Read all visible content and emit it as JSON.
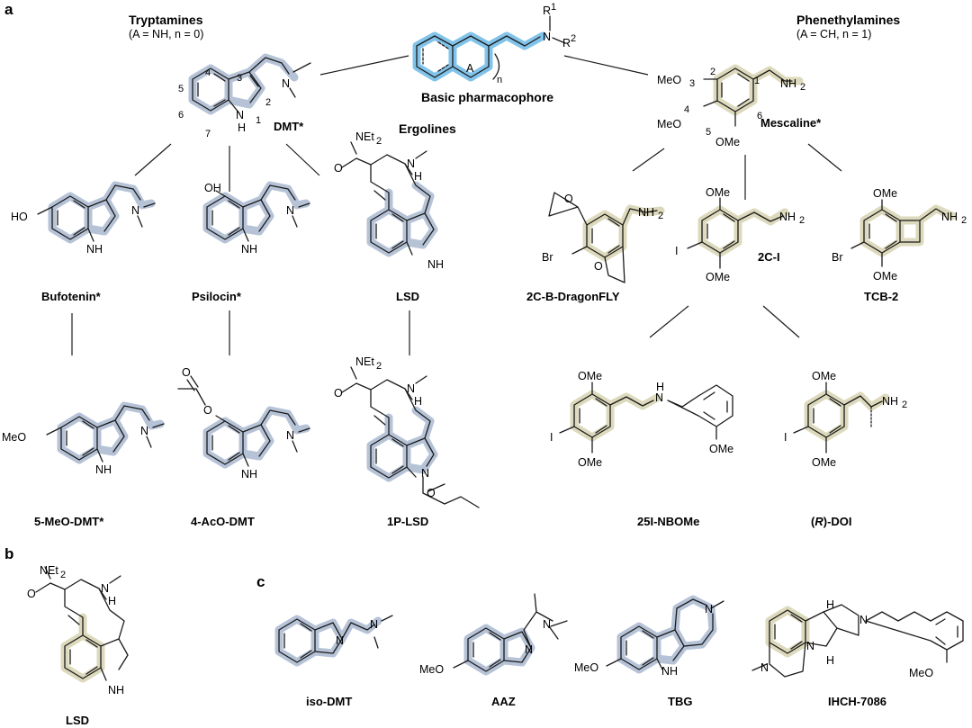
{
  "panel_letters": {
    "a": "a",
    "b": "b",
    "c": "c"
  },
  "colors": {
    "indole_highlight": "#a9b8d0",
    "phenethyl_highlight": "#d6d2b0",
    "pharmacophore_highlight": "#6cb8e6",
    "line": "#1a1a1a"
  },
  "headers": {
    "tryptamines_title": "Tryptamines",
    "tryptamines_sub": "(A = NH, n = 0)",
    "phenethylamines_title": "Phenethylamines",
    "phenethylamines_sub": "(A = CH, n = 1)",
    "pharmacophore": "Basic pharmacophore",
    "ergolines": "Ergolines"
  },
  "pharmacophore_atoms": {
    "n": "N",
    "r1": "R",
    "r1_sup": "1",
    "r2": "R",
    "r2_sup": "2",
    "a": "A",
    "n_sub": "n"
  },
  "ring_numbers": {
    "n4": "4",
    "n3": "3",
    "n5": "5",
    "n2": "2",
    "n6": "6",
    "n1": "1",
    "n7": "7",
    "m2": "2",
    "m1": "1",
    "m3": "3",
    "m4": "4",
    "m5": "5",
    "m6": "6"
  },
  "atoms": {
    "N": "N",
    "NH": "NH",
    "H_lower": "H",
    "NH2": "NH",
    "two": "2",
    "HO": "HO",
    "OH": "OH",
    "O": "O",
    "MeO": "MeO",
    "OMe": "OMe",
    "NEt2": "NEt",
    "Br": "Br",
    "I": "I",
    "H": "H"
  },
  "compounds": {
    "dmt": "DMT*",
    "mescaline": "Mescaline*",
    "bufotenin": "Bufotenin*",
    "psilocin": "Psilocin*",
    "lsd": "LSD",
    "dragonfly": "2C-B-DragonFLY",
    "c2ci": "2C-I",
    "tcb2": "TCB-2",
    "meo_dmt": "5-MeO-DMT*",
    "aco_dmt": "4-AcO-DMT",
    "p1_lsd": "1P-LSD",
    "nbome": "25I-NBOMe",
    "doi_prefix": "(",
    "doi_r": "R",
    "doi_suffix": ")-DOI",
    "lsd_b": "LSD",
    "iso_dmt": "iso-DMT",
    "aaz": "AAZ",
    "tbg": "TBG",
    "ihch": "IHCH-7086"
  }
}
